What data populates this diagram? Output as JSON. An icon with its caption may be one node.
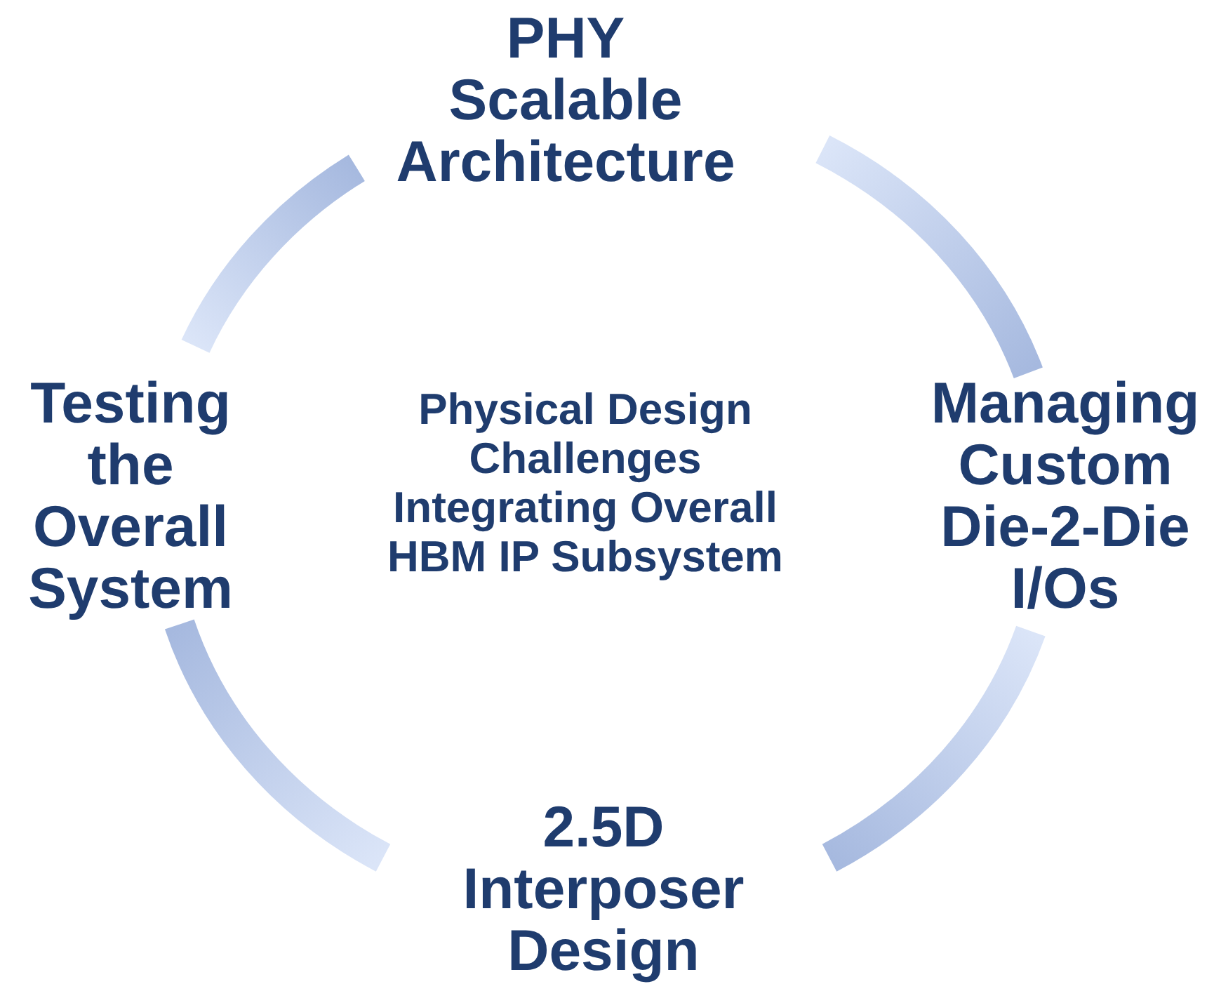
{
  "diagram": {
    "nodes": [
      {
        "text": [
          "PHY Scalable Architecture"
        ]
      },
      {
        "text": [
          "Managing Custom Die-2-Die I/Os"
        ]
      },
      {
        "text": [
          "2.5D Interposer Design"
        ]
      },
      {
        "text": [
          "Testing the Overall System"
        ]
      }
    ],
    "edges": [
      {
        "from": 0,
        "to": 1,
        "arrow": "none"
      },
      {
        "from": 1,
        "to": 2,
        "arrow": "none"
      },
      {
        "from": 2,
        "to": 3,
        "arrow": "none"
      },
      {
        "from": 3,
        "to": 0,
        "arrow": "none"
      }
    ],
    "labels": [
      "Physical Design Challenges Integrating Overall HBM IP Subsystem"
    ]
  }
}
